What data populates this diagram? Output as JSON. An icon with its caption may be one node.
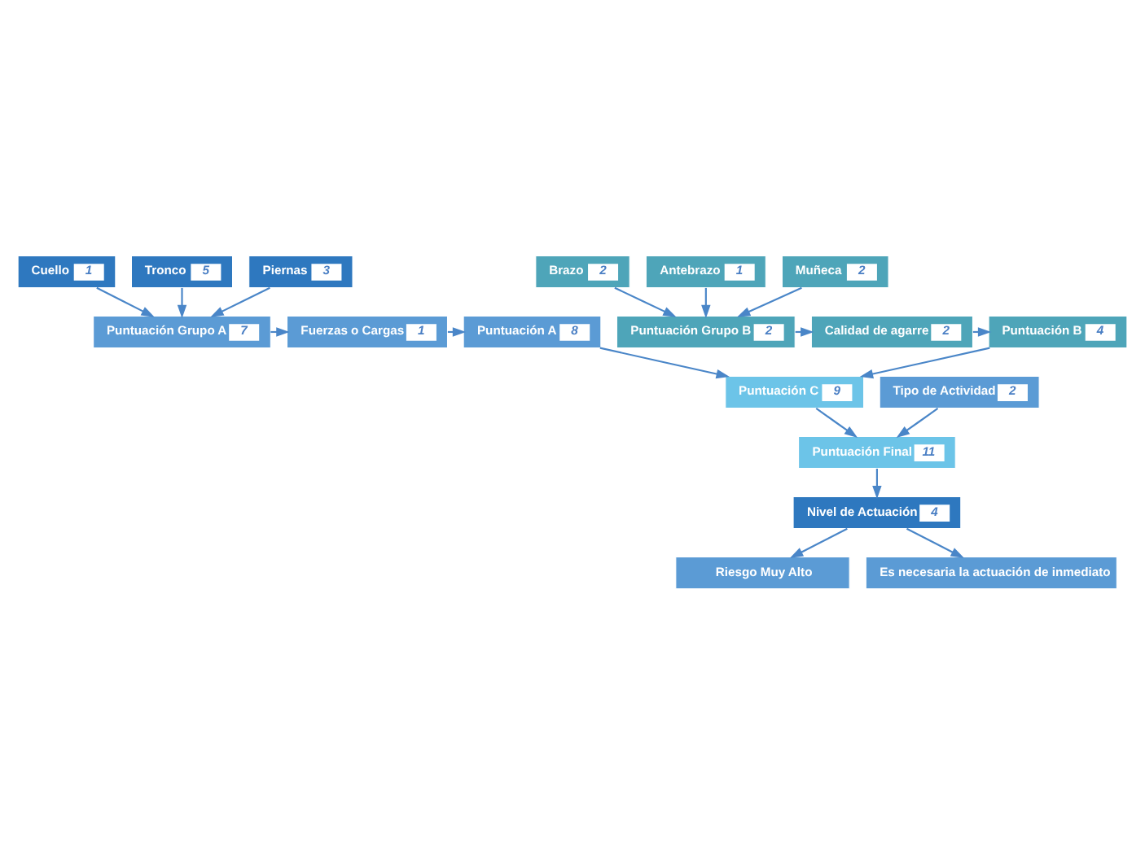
{
  "diagram": {
    "nodes": [
      {
        "text": [
          "Cuello",
          "1"
        ]
      },
      {
        "text": [
          "Tronco",
          "5"
        ]
      },
      {
        "text": [
          "Piernas",
          "3"
        ]
      },
      {
        "text": [
          "Puntuación Grupo A",
          "7"
        ]
      },
      {
        "text": [
          "Fuerzas o Cargas",
          "1"
        ]
      },
      {
        "text": [
          "Puntuación A",
          "8"
        ]
      },
      {
        "text": [
          "Puntuación B",
          "4"
        ]
      },
      {
        "text": [
          "Calidad de agarre",
          "2"
        ]
      },
      {
        "text": [
          "Puntuación Grupo B",
          "2"
        ]
      },
      {
        "text": [
          "Brazo",
          "2"
        ]
      },
      {
        "text": [
          "Antebrazo",
          "1"
        ]
      },
      {
        "text": [
          "Muñeca",
          "2"
        ]
      },
      {
        "text": [
          "Puntuación C",
          "9"
        ]
      },
      {
        "text": [
          "Tipo de Actividad",
          "2"
        ]
      },
      {
        "text": [
          "Puntuación Final",
          "11"
        ]
      },
      {
        "text": [
          "Nivel de Actuación",
          "4"
        ]
      },
      {
        "text": [
          "Riesgo Muy Alto"
        ]
      },
      {
        "text": [
          "Es necesaria la actuación de inmediato"
        ]
      }
    ],
    "edges": [
      {
        "from": 0,
        "to": 3,
        "arrow": "to"
      },
      {
        "from": 1,
        "to": 3,
        "arrow": "to"
      },
      {
        "from": 2,
        "to": 3,
        "arrow": "to"
      },
      {
        "from": 3,
        "to": 4,
        "arrow": "to"
      },
      {
        "from": 4,
        "to": 5,
        "arrow": "to"
      },
      {
        "from": 9,
        "to": 8,
        "arrow": "to"
      },
      {
        "from": 10,
        "to": 8,
        "arrow": "to"
      },
      {
        "from": 11,
        "to": 8,
        "arrow": "to"
      },
      {
        "from": 8,
        "to": 7,
        "arrow": "to"
      },
      {
        "from": 7,
        "to": 6,
        "arrow": "to"
      },
      {
        "from": 5,
        "to": 12,
        "arrow": "to"
      },
      {
        "from": 6,
        "to": 12,
        "arrow": "to"
      },
      {
        "from": 12,
        "to": 14,
        "arrow": "to"
      },
      {
        "from": 13,
        "to": 14,
        "arrow": "to"
      },
      {
        "from": 14,
        "to": 15,
        "arrow": "to"
      },
      {
        "from": 15,
        "to": 16,
        "arrow": "to"
      },
      {
        "from": 15,
        "to": 17,
        "arrow": "to"
      }
    ]
  }
}
